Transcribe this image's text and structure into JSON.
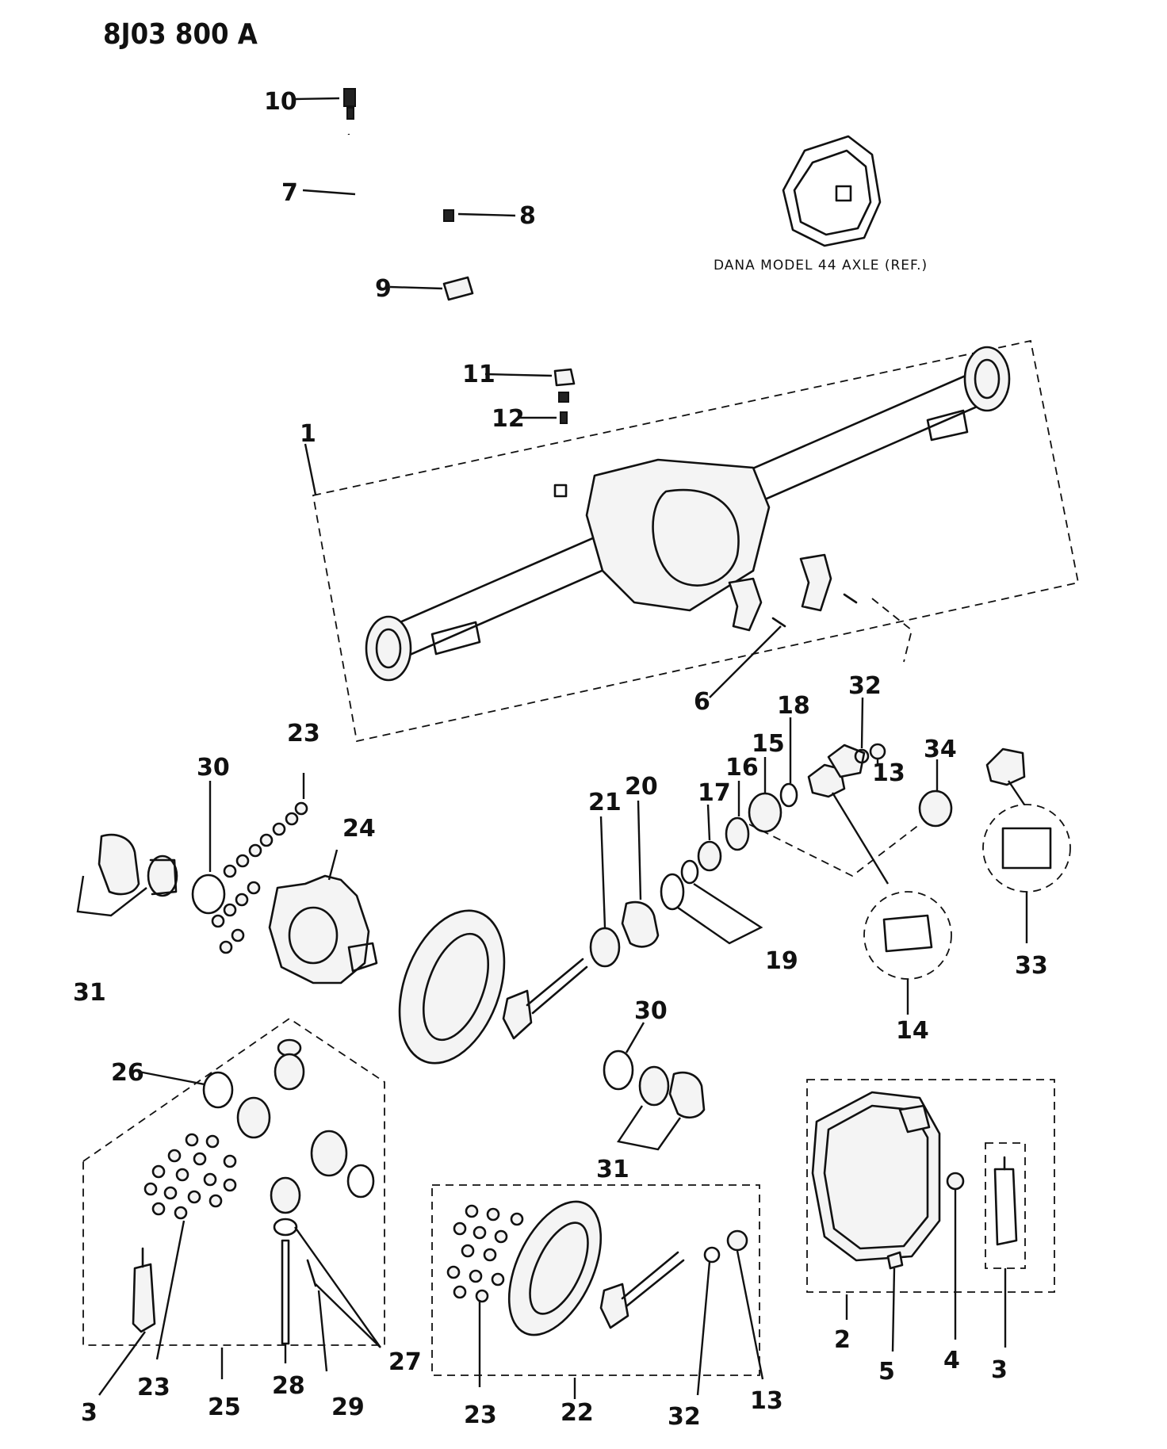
{
  "doc_id": "8J03 800 A",
  "reference_caption": "DANA MODEL 44 AXLE (REF.)",
  "callouts": {
    "c10": "10",
    "c7": "7",
    "c8": "8",
    "c9": "9",
    "c11": "11",
    "c12": "12",
    "c1": "1",
    "c6": "6",
    "c32a": "32",
    "c13a": "13",
    "c18": "18",
    "c15": "15",
    "c16": "16",
    "c17": "17",
    "c34": "34",
    "c20": "20",
    "c21": "21",
    "c19": "19",
    "c14": "14",
    "c33": "33",
    "c23a": "23",
    "c30a": "30",
    "c24": "24",
    "c31a": "31",
    "c30b": "30",
    "c31b": "31",
    "c26": "26",
    "c3a": "3",
    "c23b": "23",
    "c25": "25",
    "c28": "28",
    "c29": "29",
    "c27": "27",
    "c23c": "23",
    "c22": "22",
    "c32b": "32",
    "c13b": "13",
    "c2": "2",
    "c5": "5",
    "c4": "4",
    "c3b": "3"
  }
}
